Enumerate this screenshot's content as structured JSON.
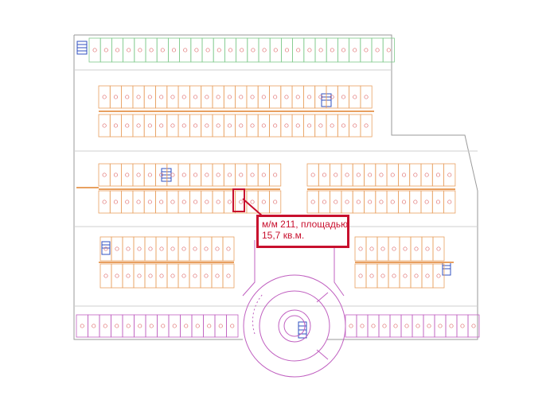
{
  "callout": {
    "line1": "м/м 211, площадью",
    "line2": "15,7 кв.м."
  },
  "highlighted_space": {
    "number": "211",
    "area_sqm": 15.7
  },
  "colors": {
    "highlight": "#c8102e",
    "wall_orange": "#e8a060",
    "wall_green": "#7ec98a",
    "wall_purple": "#c060c0",
    "outline_gray": "#9a9a9a",
    "marker_red": "#e07070",
    "label_gray": "#444444"
  }
}
